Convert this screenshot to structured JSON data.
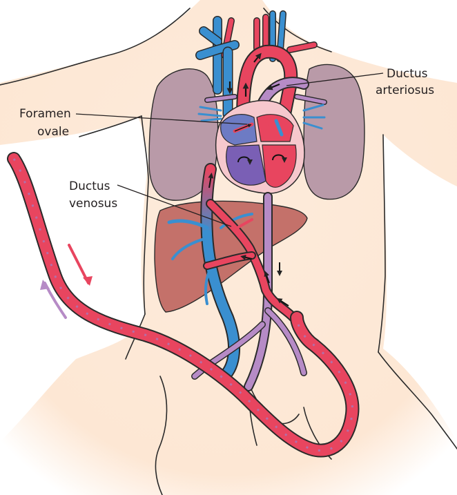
{
  "labels": {
    "ductus_arteriosus_line1": "Ductus",
    "ductus_arteriosus_line2": "arteriosus",
    "foramen_ovale_line1": "Foramen",
    "foramen_ovale_line2": "ovale",
    "ductus_venosus_line1": "Ductus",
    "ductus_venosus_line2": "venosus"
  },
  "colors": {
    "deoxygenated": "#3a8fd0",
    "oxygenated": "#e8455f",
    "mixed": "#b68bc6",
    "skin": "#fde9d8",
    "lungs": "#b99aa8",
    "liver": "#c4716a",
    "heart_right": "#7a5fb5",
    "heart_left": "#e8455f"
  }
}
